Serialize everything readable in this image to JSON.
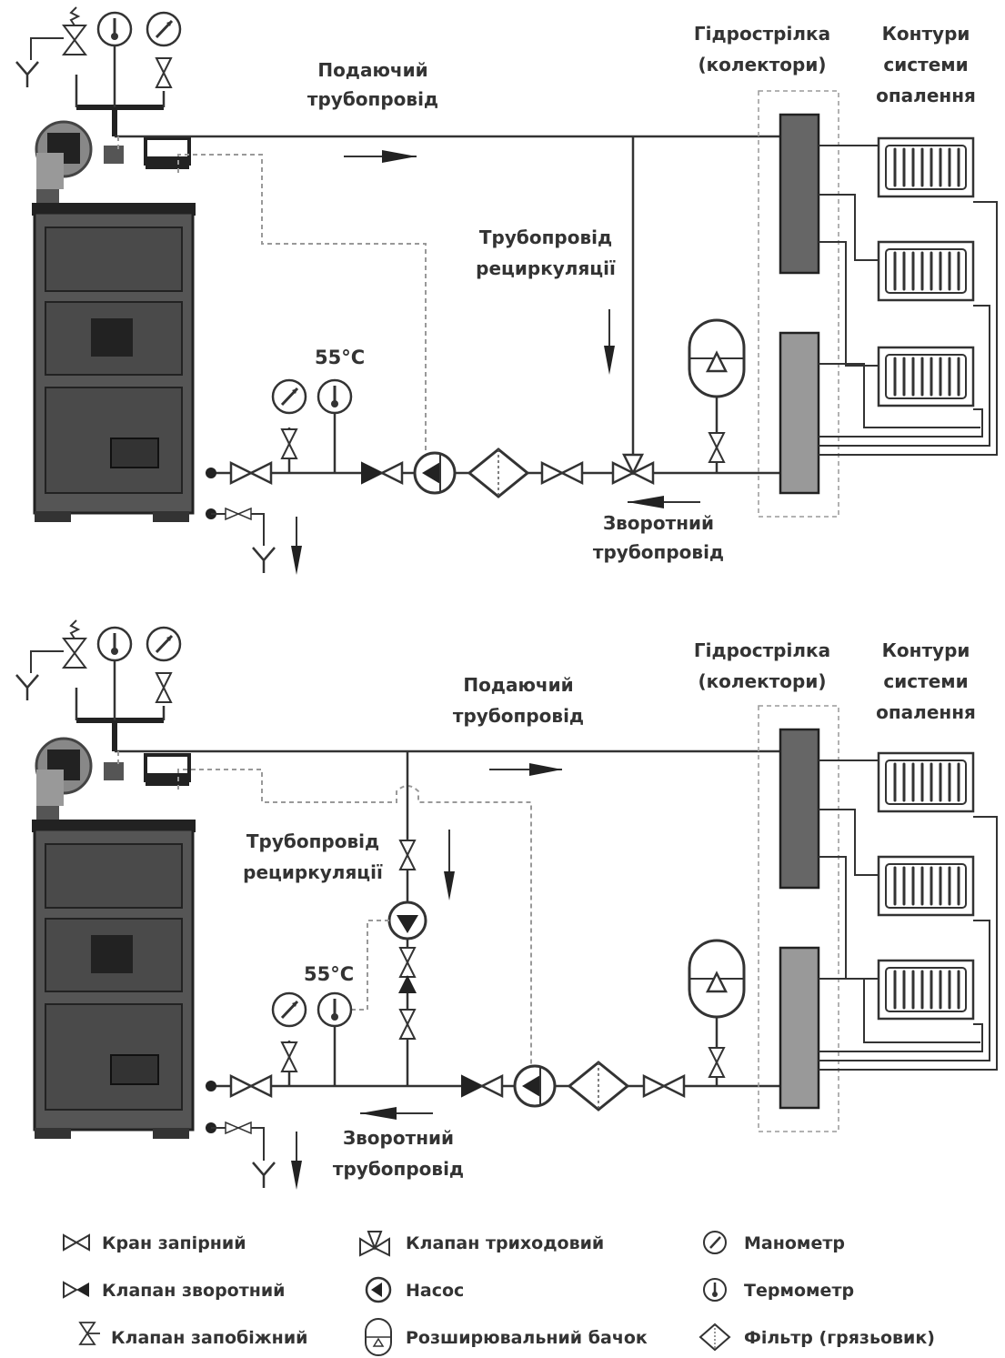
{
  "top": {
    "supply_line1": "Подаючий",
    "supply_line2": "трубопровід",
    "hydro_line1": "Гідрострілка",
    "hydro_line2": "(колектори)",
    "circuits_line1": "Контури",
    "circuits_line2": "системи",
    "circuits_line3": "опалення",
    "recirc_line1": "Трубопровід",
    "recirc_line2": "рециркуляції",
    "return_line1": "Зворотний",
    "return_line2": "трубопровід",
    "temp": "55°C"
  },
  "bottom": {
    "supply_line1": "Подаючий",
    "supply_line2": "трубопровід",
    "hydro_line1": "Гідрострілка",
    "hydro_line2": "(колектори)",
    "circuits_line1": "Контури",
    "circuits_line2": "системи",
    "circuits_line3": "опалення",
    "recirc_line1": "Трубопровід",
    "recirc_line2": "рециркуляції",
    "return_line1": "Зворотний",
    "return_line2": "трубопровід",
    "temp": "55°C"
  },
  "legend": {
    "shutoff": "Кран запірний",
    "check": "Клапан зворотний",
    "safety": "Клапан запобіжний",
    "threeway": "Клапан триходовий",
    "pump": "Насос",
    "expansion": "Розширювальний бачок",
    "manometer": "Манометр",
    "thermometer": "Термометр",
    "filter": "Фільтр (грязьовик)"
  }
}
